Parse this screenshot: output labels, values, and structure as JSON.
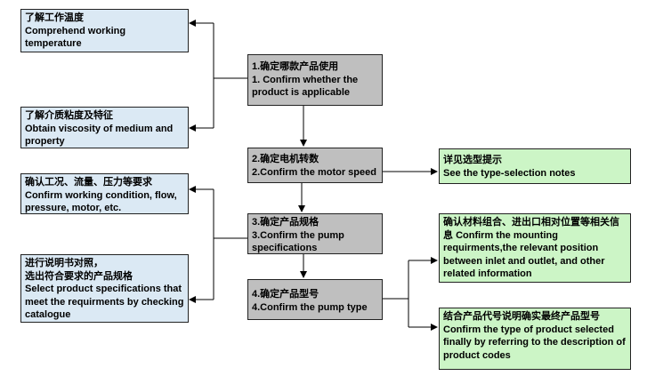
{
  "left_boxes": [
    {
      "zh": "了解工作温度",
      "en": "Comprehend working temperature"
    },
    {
      "zh": "了解介质粘度及特征",
      "en": "Obtain viscosity of medium and property"
    },
    {
      "zh": "确认工况、流量、压力等要求",
      "en": "Confirm working condition, flow, pressure, motor, etc."
    },
    {
      "zh": "进行说明书对照，",
      "zh2": "选出符合要求的产品规格",
      "en": "Select product specifications that meet the requirments by checking catalogue"
    }
  ],
  "center_boxes": [
    {
      "zh": "1.确定哪款产品使用",
      "en": "1. Confirm whether the product is  applicable"
    },
    {
      "zh": "2.确定电机转数",
      "en": "2.Confirm the motor speed"
    },
    {
      "zh": "3.确定产品规格",
      "en": "3.Confirm the pump specifications"
    },
    {
      "zh": "4.确定产品型号",
      "en": "4.Confirm the pump type"
    }
  ],
  "right_boxes": [
    {
      "zh": "详见选型提示",
      "en": "See the type-selection notes"
    },
    {
      "zh": "确认材料组合、进出口相对位置等相关信息",
      "en": "Confirm the mounting requirments,the relevant position between inlet and outlet, and other related information"
    },
    {
      "zh": "结合产品代号说明确实最终产品型号",
      "en": "Confirm the type of product selected finally by referring to the description of product codes"
    }
  ],
  "colors": {
    "left": "#dbe9f4",
    "center": "#bfbfbf",
    "right": "#ccf5c6"
  }
}
